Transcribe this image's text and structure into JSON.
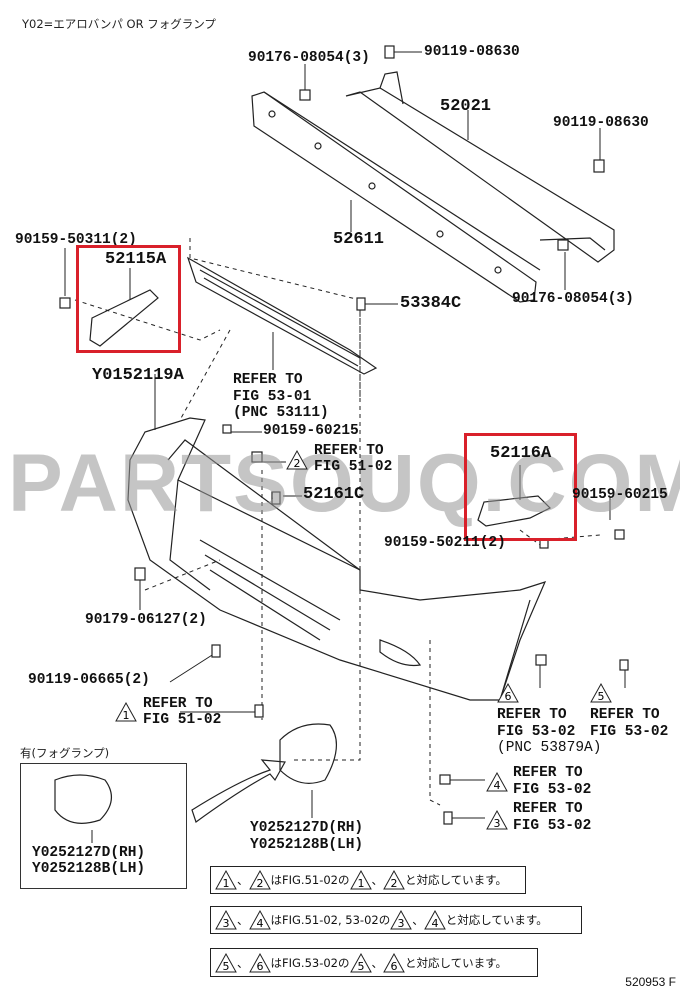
{
  "header": {
    "variant_note": "Y02=エアロバンパ OR フォグランプ"
  },
  "watermark": "PARTSOUQ.COM",
  "figure_code": "520953 F",
  "colors": {
    "highlight": "#d9202a",
    "line": "#222222",
    "watermark": "#969696"
  },
  "parts": {
    "p1": "90176-08054(3)",
    "p2": "90119-08630",
    "p3": "52021",
    "p4": "90119-08630",
    "p5": "52611",
    "p6": "90159-50311(2)",
    "p7": "52115A",
    "p8": "53384C",
    "p9": "90176-08054(3)",
    "p10": "Y0152119A",
    "p11": "90159-60215",
    "p12": "52161C",
    "p13": "52116A",
    "p14": "90159-60215",
    "p15": "90159-50211(2)",
    "p16": "90179-06127(2)",
    "p17": "90119-06665(2)",
    "p18": "Y0252127D(RH)",
    "p19": "Y0252128B(LH)",
    "p20": "Y0252127D(RH)",
    "p21": "Y0252128B(LH)"
  },
  "refs": {
    "grille": {
      "l1": "REFER TO",
      "l2": "FIG 53-01",
      "l3": "(PNC 53111)"
    },
    "r2": {
      "num": "2",
      "l1": "REFER TO",
      "l2": "FIG 51-02"
    },
    "r1": {
      "num": "1",
      "l1": "REFER TO",
      "l2": "FIG 51-02"
    },
    "r6": {
      "num": "6",
      "l1": "REFER TO",
      "l2": "FIG 53-02",
      "l3": "(PNC 53879A)"
    },
    "r5": {
      "num": "5",
      "l1": "REFER TO",
      "l2": "FIG 53-02"
    },
    "r4": {
      "num": "4",
      "l1": "REFER TO",
      "l2": "FIG 53-02"
    },
    "r3": {
      "num": "3",
      "l1": "REFER TO",
      "l2": "FIG 53-02"
    }
  },
  "inset": {
    "title": "有(フォグランプ)"
  },
  "notes": [
    {
      "a": "1",
      "b": "2",
      "text": "はFIG.51-02の",
      "a2": "1",
      "b2": "2",
      "tail": "と対応しています。"
    },
    {
      "a": "3",
      "b": "4",
      "text": "はFIG.51-02, 53-02の",
      "a2": "3",
      "b2": "4",
      "tail": "と対応しています。"
    },
    {
      "a": "5",
      "b": "6",
      "text": "はFIG.53-02の",
      "a2": "5",
      "b2": "6",
      "tail": "と対応しています。"
    }
  ],
  "sep": "、"
}
